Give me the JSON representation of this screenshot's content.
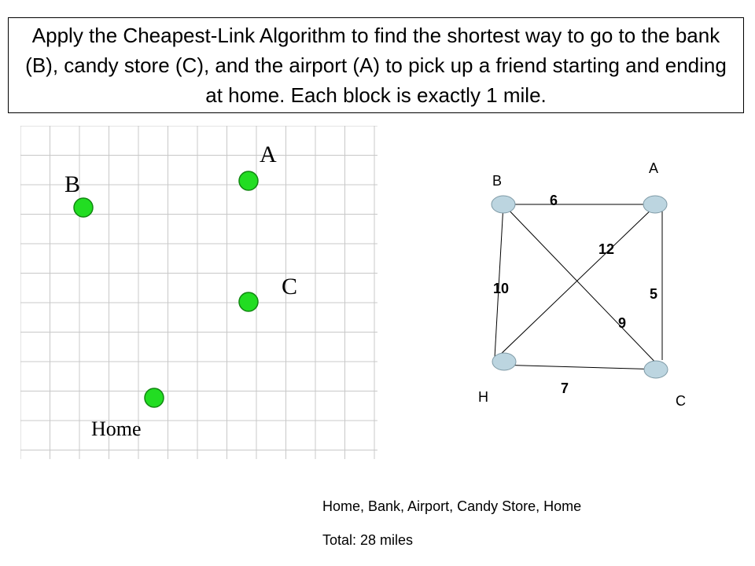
{
  "title": "Apply the Cheapest-Link Algorithm to find the shortest way to go to the bank (B), candy store (C), and the airport (A) to pick up a friend starting and ending at home. Each block is exactly 1 mile.",
  "map": {
    "labels": {
      "bank": "B",
      "airport": "A",
      "candy": "C",
      "home": "Home"
    },
    "point_color": "#22dd22",
    "grid_color": "#c8c8c8"
  },
  "graph": {
    "nodes": {
      "B": "B",
      "A": "A",
      "H": "H",
      "C": "C"
    },
    "node_color": "#bcd5e0",
    "edges": [
      {
        "from": "B",
        "to": "A",
        "weight": "6"
      },
      {
        "from": "H",
        "to": "A",
        "weight": "12"
      },
      {
        "from": "B",
        "to": "H",
        "weight": "10"
      },
      {
        "from": "A",
        "to": "C",
        "weight": "5"
      },
      {
        "from": "B",
        "to": "C",
        "weight": "9"
      },
      {
        "from": "H",
        "to": "C",
        "weight": "7"
      }
    ]
  },
  "answer": {
    "route": "Home, Bank, Airport, Candy Store, Home",
    "total": "Total: 28 miles"
  }
}
